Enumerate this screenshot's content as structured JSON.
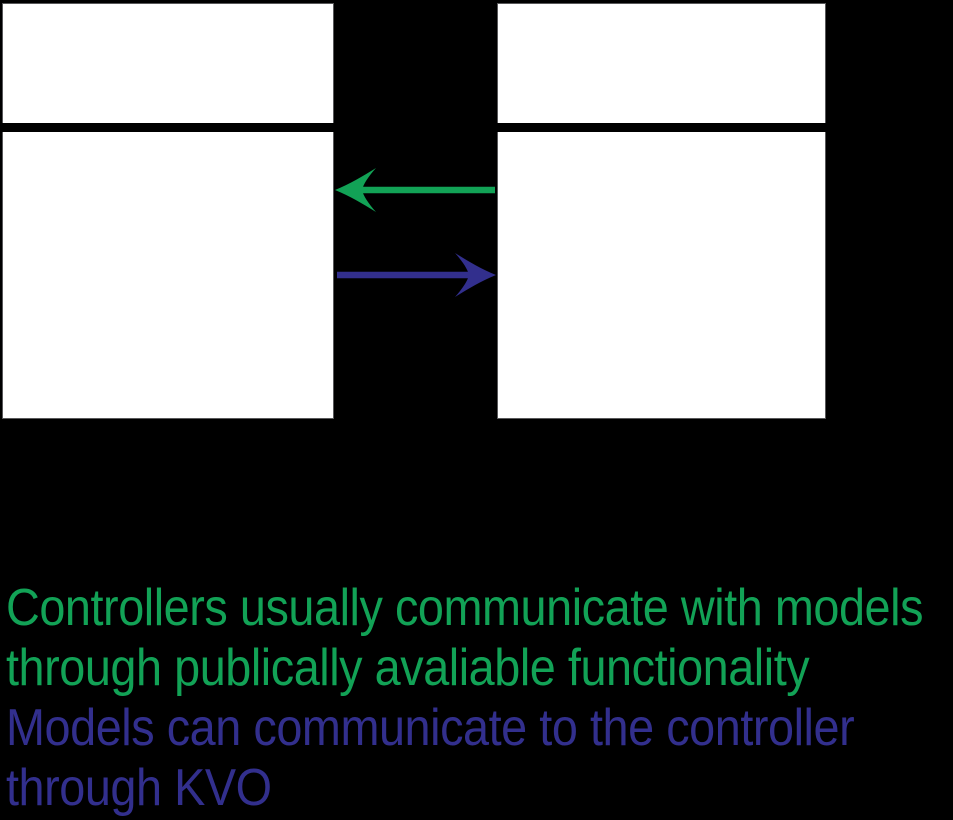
{
  "canvas": {
    "background": "#000000"
  },
  "diagram": {
    "boxes": [
      {
        "name": "left-box",
        "fill": "#ffffff",
        "border": "#58585a",
        "separator": "#000000"
      },
      {
        "name": "right-box",
        "fill": "#ffffff",
        "border": "#58585a",
        "separator": "#000000"
      }
    ],
    "arrows": [
      {
        "name": "green-arrow",
        "color": "#12A256",
        "direction": "right-to-left"
      },
      {
        "name": "blue-arrow",
        "color": "#322F8D",
        "direction": "left-to-right"
      }
    ]
  },
  "notes": {
    "green": {
      "color": "#12A256",
      "lines": [
        "Controllers usually communicate with models",
        "through publically avaliable functionality"
      ]
    },
    "purple": {
      "color": "#322F8D",
      "lines": [
        "Models can communicate to the controller",
        "through KVO"
      ]
    }
  }
}
